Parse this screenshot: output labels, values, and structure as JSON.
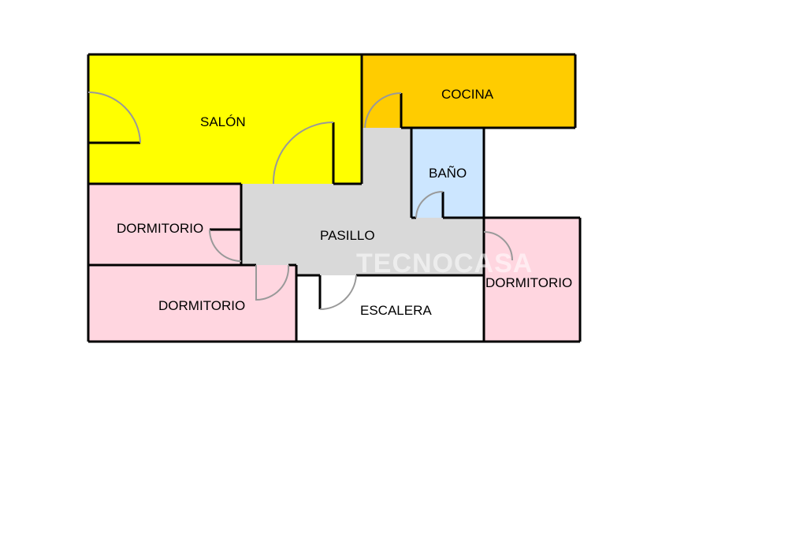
{
  "colors": {
    "salon": "#ffff00",
    "cocina": "#ffcc00",
    "bano": "#cce6ff",
    "pasillo": "#d9d9d9",
    "dormitorio": "#ffd6e0",
    "escalera": "#ffffff",
    "wall": "#000000",
    "door_arc": "#999999"
  },
  "rooms": {
    "salon": "SALÓN",
    "cocina": "COCINA",
    "bano": "BAÑO",
    "pasillo": "PASILLO",
    "dormitorio_top_left": "DORMITORIO",
    "dormitorio_bottom_left": "DORMITORIO",
    "dormitorio_right": "DORMITORIO",
    "escalera": "ESCALERA"
  },
  "watermark": "TECNOCASA"
}
